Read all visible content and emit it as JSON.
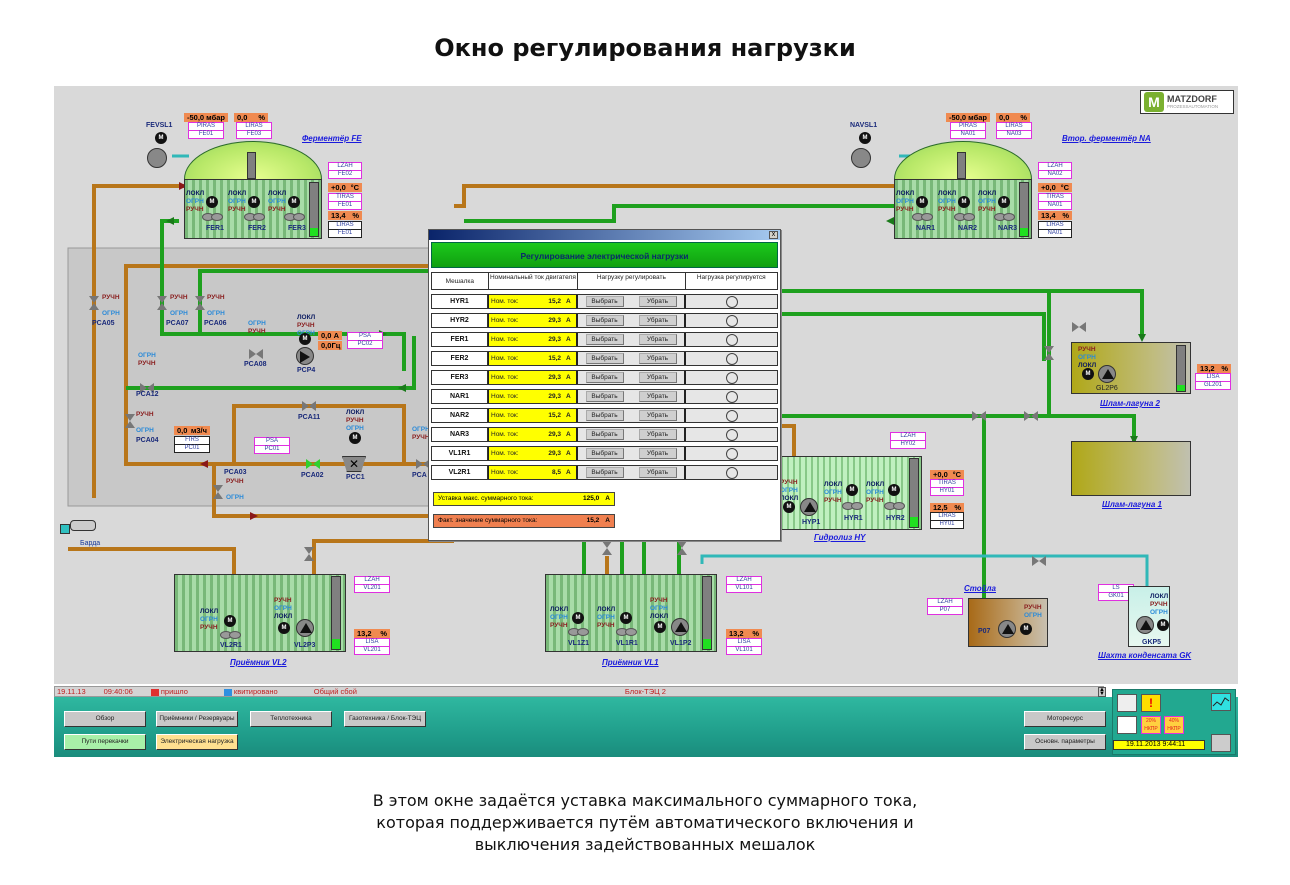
{
  "slide": {
    "title": "Окно регулирования нагрузки",
    "caption_lines": [
      "В этом окне задаётся уставка максимального суммарного тока,",
      "которая поддерживается путём автоматического включения и",
      "выключения задействованных мешалок"
    ]
  },
  "logo": {
    "name": "MATZDORF",
    "subtitle": "PROZESSAUTOMATION"
  },
  "states": {
    "lok": "ЛОКЛ",
    "ogr": "ОГРН",
    "ruc": "РУЧН",
    "motor": "M"
  },
  "fermenter_fe": {
    "title": "Ферментёр FE",
    "blower": "FEVSL1",
    "pressure": {
      "value": "-50,0",
      "unit": "мбар",
      "tag": [
        "PIRAS",
        "FE01"
      ]
    },
    "gas_level": {
      "value": "0,0",
      "unit": "%",
      "tag": [
        "LIRAS",
        "FE03"
      ]
    },
    "alarm_tag": [
      "LZAH",
      "FE02"
    ],
    "temperature": {
      "value": "+0,0",
      "unit": "°C",
      "tag": [
        "TIRAS",
        "FE01"
      ]
    },
    "level": {
      "value": "13,4",
      "unit": "%",
      "tag": [
        "LIRAS",
        "FE01"
      ],
      "fill_percent": 13.4
    },
    "mixers": [
      "FER1",
      "FER2",
      "FER3"
    ]
  },
  "fermenter_na": {
    "title": "Втор. ферментёр NA",
    "blower": "NAVSL1",
    "pressure": {
      "value": "-50,0",
      "unit": "мбар",
      "tag": [
        "PIRAS",
        "NA01"
      ]
    },
    "gas_level": {
      "value": "0,0",
      "unit": "%",
      "tag": [
        "LIRAS",
        "NA03"
      ]
    },
    "alarm_tag": [
      "LZAH",
      "NA02"
    ],
    "temperature": {
      "value": "+0,0",
      "unit": "°C",
      "tag": [
        "TIRAS",
        "NA01"
      ]
    },
    "level": {
      "value": "13,4",
      "unit": "%",
      "tag": [
        "LIRAS",
        "NA01"
      ],
      "fill_percent": 13.4
    },
    "mixers": [
      "NAR1",
      "NAR2",
      "NAR3"
    ]
  },
  "valves": {
    "pca05": "PCA05",
    "pca07": "PCA07",
    "pca06": "PCA06",
    "pca08": "PCA08",
    "pca12": "PCA12",
    "pca04": "PCA04",
    "pca11": "PCA11",
    "pca03": "PCA03",
    "pca02": "PCA02",
    "pca_cut": "PCA"
  },
  "pump_pcp4": {
    "name": "PCP4",
    "current": {
      "value": "0,0",
      "unit": "A"
    },
    "freq": {
      "value": "0,0",
      "unit": "Гц"
    },
    "tag": [
      "PSA",
      "PC02"
    ]
  },
  "flow": {
    "value": "0,0",
    "unit": "м3/ч",
    "tag": [
      "FIRS",
      "PC01"
    ]
  },
  "pcc1": {
    "name": "PCC1",
    "tag": [
      "PSA",
      "PC01"
    ]
  },
  "truck_label": "Барда",
  "receiver_vl2": {
    "title": "Приёмник VL2",
    "mixer": "VL2R1",
    "pump": "VL2P3",
    "alarm_tag": [
      "LZAH",
      "VL201"
    ],
    "level": {
      "value": "13,2",
      "unit": "%",
      "tag": [
        "LISA",
        "VL201"
      ],
      "fill_percent": 13.2
    }
  },
  "receiver_vl1": {
    "title": "Приёмник VL1",
    "mixers": [
      "VL1Z1",
      "VL1R1"
    ],
    "pump": "VL1P2",
    "alarm_tag": [
      "LZAH",
      "VL101"
    ],
    "level": {
      "value": "13,2",
      "unit": "%",
      "tag": [
        "LISA",
        "VL101"
      ],
      "fill_percent": 13.2
    }
  },
  "hydrolysis_hy": {
    "title": "Гидролиз HY",
    "pump": "HYP1",
    "mixers": [
      "HYR1",
      "HYR2"
    ],
    "alarm_tag": [
      "LZAH",
      "HY02"
    ],
    "temperature": {
      "value": "+0,0",
      "unit": "°C",
      "tag": [
        "TIRAS",
        "HY01"
      ]
    },
    "level": {
      "value": "12,5",
      "unit": "%",
      "tag": [
        "LIRAS",
        "HY01"
      ],
      "fill_percent": 12.5
    }
  },
  "lagoon2": {
    "title": "Шлам-лагуна 2",
    "pump": "GL2P6",
    "level": {
      "value": "13,2",
      "unit": "%",
      "tag": [
        "LISA",
        "GL201"
      ],
      "fill_percent": 13.2
    }
  },
  "lagoon1": {
    "title": "Шлам-лагуна 1"
  },
  "stalls": {
    "title": "Стойла",
    "pump": "P07",
    "tag": [
      "LZAH",
      "P07"
    ]
  },
  "condensate": {
    "title": "Шахта конденсата GK",
    "pump": "GKP5",
    "tag": [
      "LS",
      "GK01"
    ]
  },
  "dialog": {
    "title": "Регулирование электрической нагрузки",
    "close": "x",
    "headers": [
      "Мешалка",
      "Номинальный ток двигателя",
      "Нагрузку регулировать",
      "Нагрузка регулируется"
    ],
    "rows": [
      {
        "name": "HYR1",
        "label": "Ном. ток:",
        "value": "15,2",
        "unit": "A",
        "active": false
      },
      {
        "name": "HYR2",
        "label": "Ном. ток:",
        "value": "29,3",
        "unit": "A",
        "active": false
      },
      {
        "name": "FER1",
        "label": "Ном. ток:",
        "value": "29,3",
        "unit": "A",
        "active": false
      },
      {
        "name": "FER2",
        "label": "Ном. ток:",
        "value": "15,2",
        "unit": "A",
        "active": false
      },
      {
        "name": "FER3",
        "label": "Ном. ток:",
        "value": "29,3",
        "unit": "A",
        "active": false
      },
      {
        "name": "NAR1",
        "label": "Ном. ток:",
        "value": "29,3",
        "unit": "A",
        "active": false
      },
      {
        "name": "NAR2",
        "label": "Ном. ток:",
        "value": "15,2",
        "unit": "A",
        "active": false
      },
      {
        "name": "NAR3",
        "label": "Ном. ток:",
        "value": "29,3",
        "unit": "A",
        "active": false
      },
      {
        "name": "VL1R1",
        "label": "Ном. ток:",
        "value": "29,3",
        "unit": "A",
        "active": false
      },
      {
        "name": "VL2R1",
        "label": "Ном. ток:",
        "value": "8,5",
        "unit": "A",
        "active": false
      }
    ],
    "select_label": "Выбрать",
    "remove_label": "Убрать",
    "setpoint": {
      "label": "Уставка макс. суммарного тока:",
      "value": "125,0",
      "unit": "A"
    },
    "actual": {
      "label": "Факт. значение суммарного тока:",
      "value": "15,2",
      "unit": "A"
    }
  },
  "alarm_bar": {
    "date": "19.11.13",
    "time": "09:40:06",
    "came": "пришло",
    "acked": "квитировано",
    "message": "Общий сбой",
    "unit": "Блок-ТЭЦ 2"
  },
  "nav": {
    "buttons_row1": [
      "Обзор",
      "Приёмники / Резервуары",
      "Теплотехника",
      "Газотехника / Блок-ТЭЦ"
    ],
    "buttons_row2": [
      "Пути перекачки",
      "Электрическая нагрузка"
    ],
    "right_buttons": [
      "Моторесурс",
      "Основн. параметры"
    ],
    "tray_badges": [
      "20% НКПР",
      "40% НКПР"
    ],
    "clock": "19.11.2013 9:44:11"
  }
}
